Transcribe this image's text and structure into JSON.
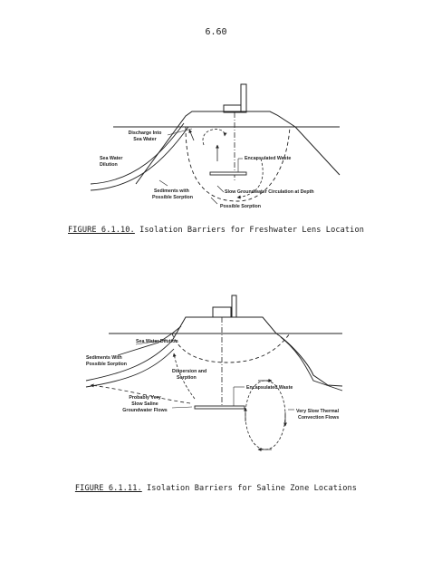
{
  "page": {
    "number": "6.60"
  },
  "figure1": {
    "labels": {
      "discharge": [
        "Discharge Into",
        "Sea Water"
      ],
      "sea_water_dilution": [
        "Sea Water",
        "Dilution"
      ],
      "encapsulated_waste": "Encapsulated Waste",
      "sediments": [
        "Sediments with",
        "Possible Sorption"
      ],
      "slow_groundwater": "Slow Groundwater Circulation at Depth",
      "possible_sorption": "Possible Sorption"
    },
    "caption": {
      "number": "FIGURE 6.1.10.",
      "text": "Isolation Barriers for Freshwater Lens Location"
    }
  },
  "figure2": {
    "labels": {
      "sea_water_dilution": "Sea Water Dilution",
      "sediments": [
        "Sediments With",
        "Possible Sorption"
      ],
      "dispersion": [
        "Dispersion and",
        "Sorption"
      ],
      "encapsulated_waste": "Encapsulated Waste",
      "saline_flows": [
        "Probably Very",
        "Slow Saline",
        "Groundwater Flows"
      ],
      "convection": [
        "Very Slow Thermal",
        "Convection Flows"
      ]
    },
    "caption": {
      "number": "FIGURE 6.1.11.",
      "text": "Isolation Barriers for Saline Zone Locations"
    }
  }
}
